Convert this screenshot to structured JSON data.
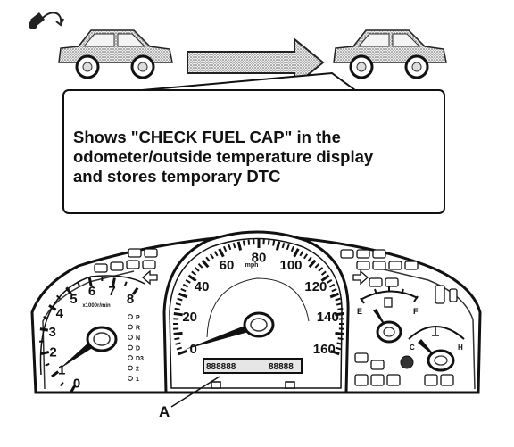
{
  "callout": {
    "lines": [
      "Shows \"CHECK FUEL CAP\" in the",
      "odometer/outside temperature display",
      "and stores temporary DTC"
    ]
  },
  "label_a": "A",
  "tachometer": {
    "scale": [
      "0",
      "1",
      "2",
      "3",
      "4",
      "5",
      "6",
      "7",
      "8"
    ],
    "unit": "x1000r/min"
  },
  "speedometer": {
    "scale": [
      "0",
      "20",
      "40",
      "60",
      "80",
      "100",
      "120",
      "140",
      "160"
    ],
    "unit": "mph"
  },
  "fuel_gauge": {
    "empty": "E",
    "full": "F"
  },
  "temp_gauge": {
    "cold": "C",
    "hot": "H"
  },
  "gear_indicator": [
    "P",
    "R",
    "N",
    "D",
    "D3",
    "2",
    "1"
  ],
  "odometer_display": {
    "left": "888888",
    "right": "88888"
  }
}
